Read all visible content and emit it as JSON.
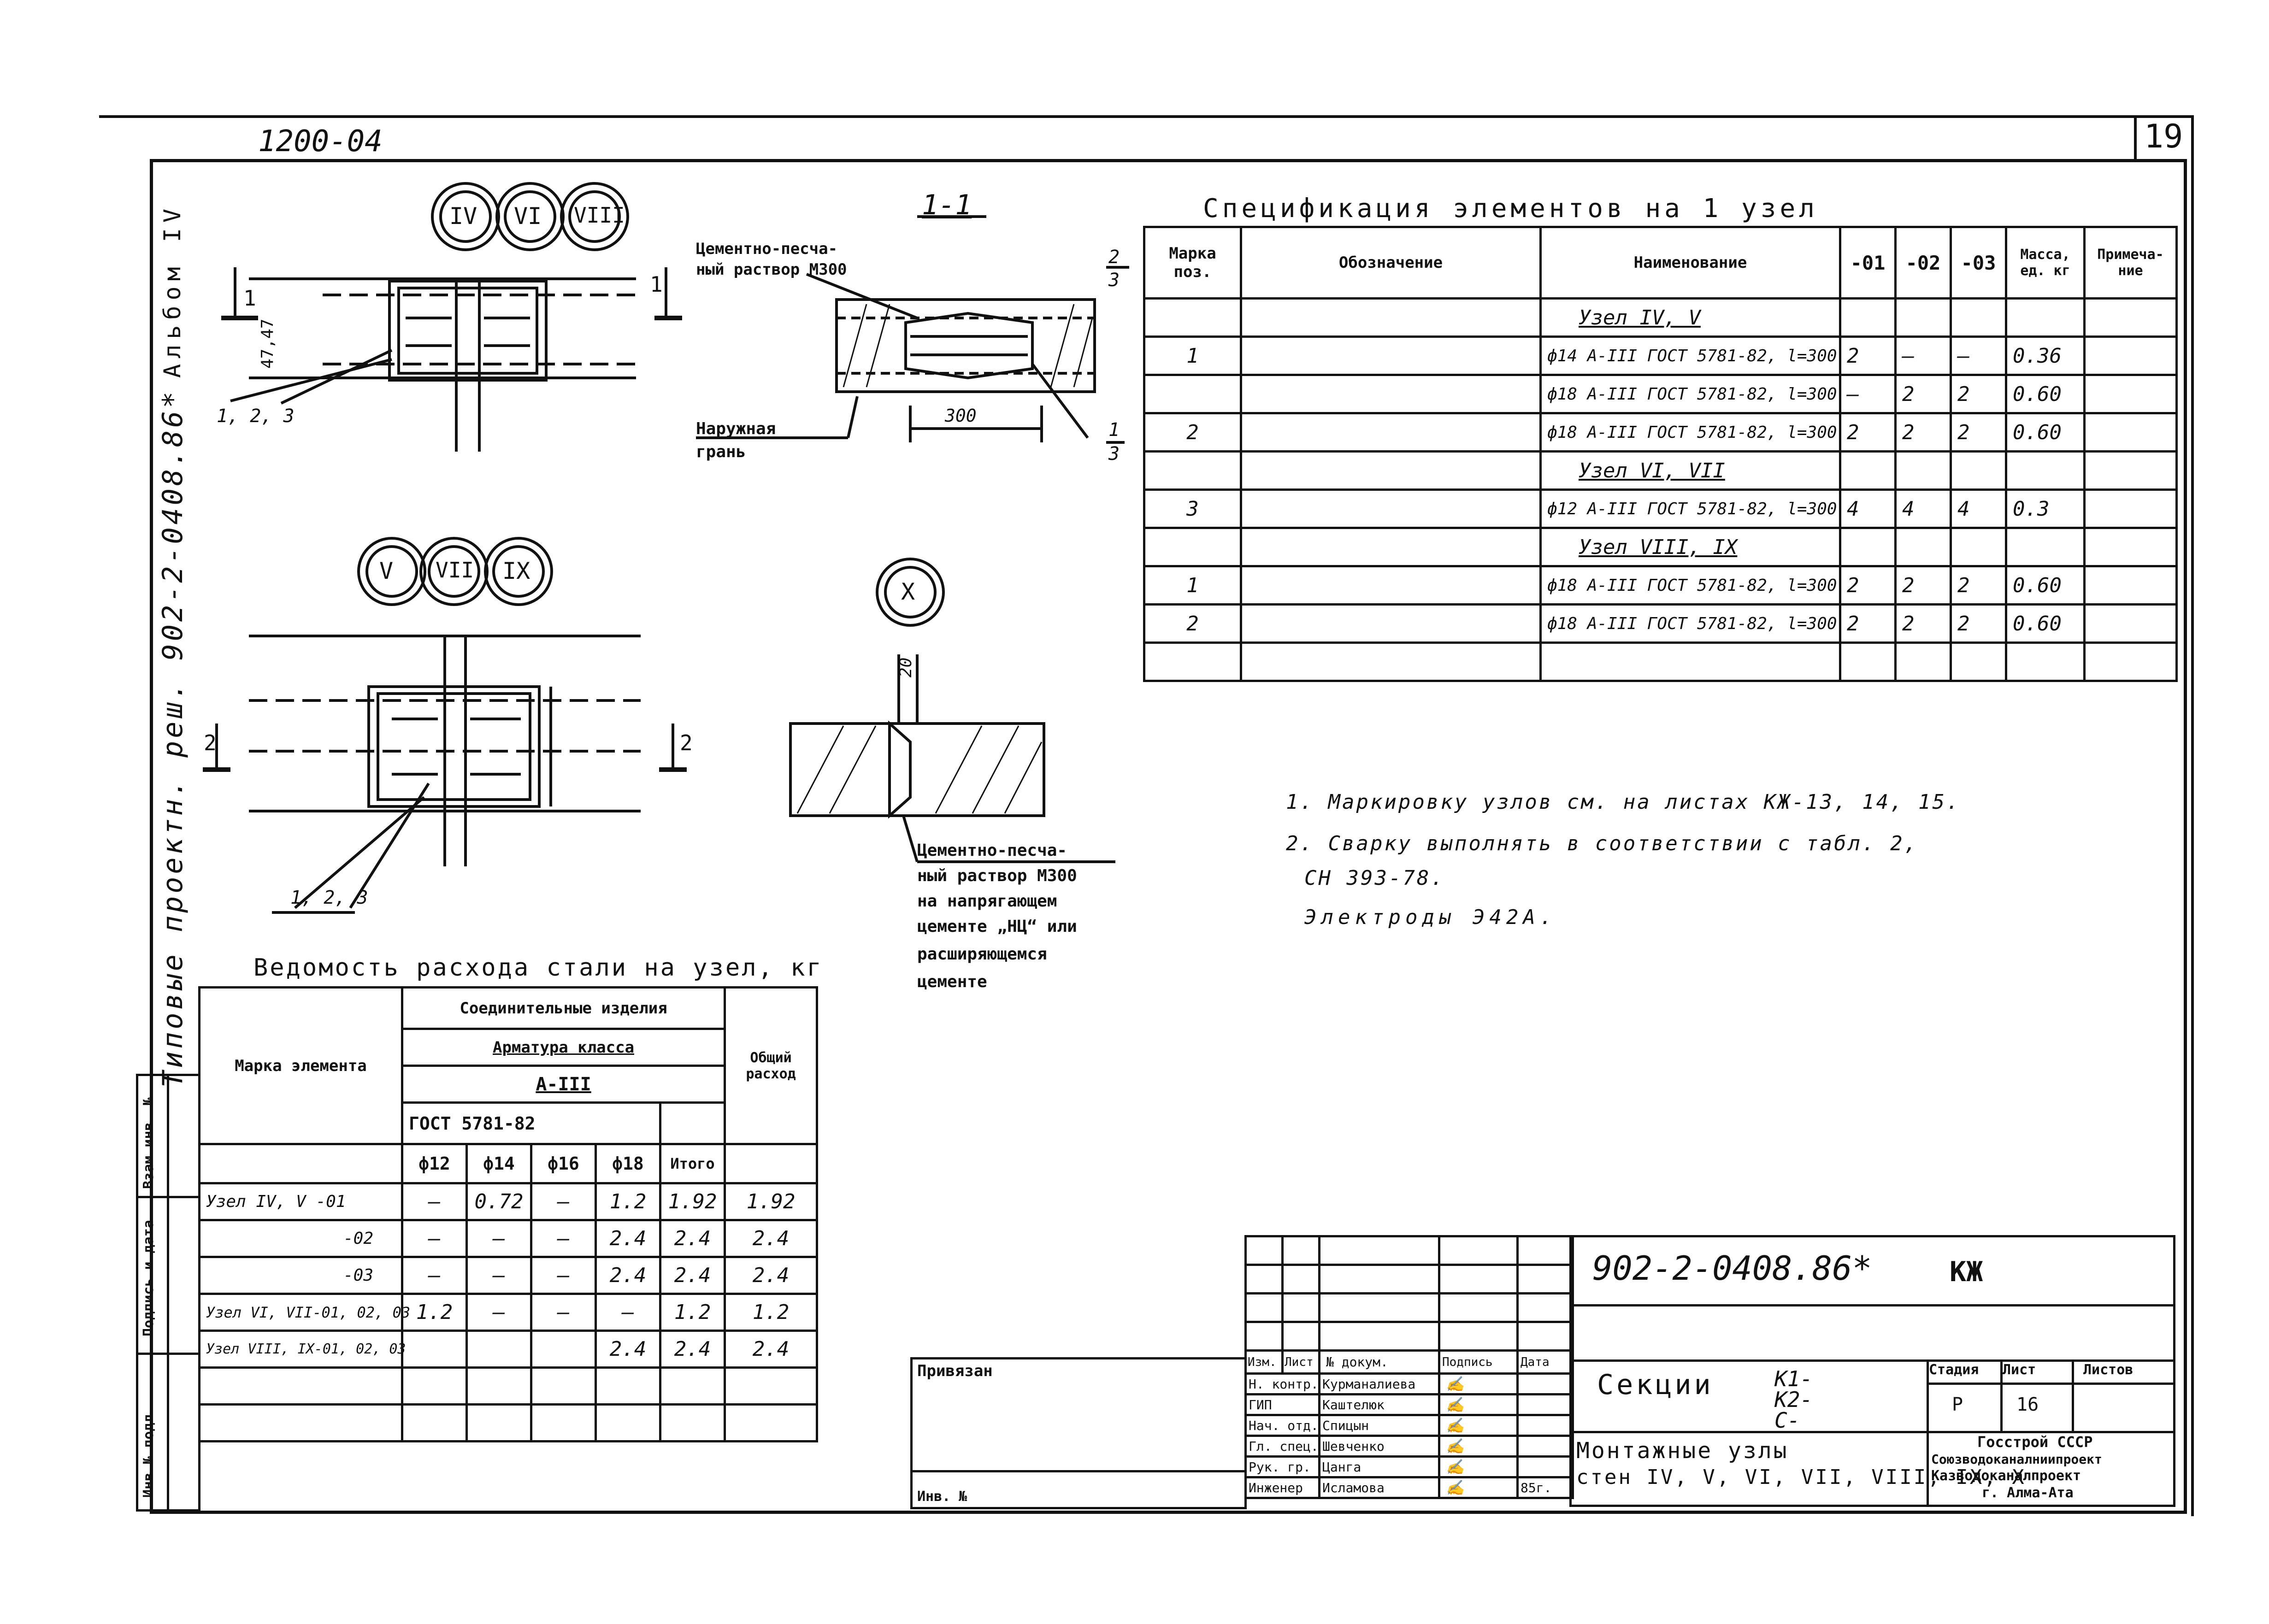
{
  "sheet": {
    "page_number": "19",
    "corner_code": "1200-04",
    "album_label": "Альбом IV",
    "series_label": "Типовые проектн. реш. 902-2-0408.86*",
    "side_labels": [
      "Инв № подл.",
      "Подпись и дата",
      "Взам инв. №"
    ]
  },
  "drawings": {
    "node_group_1": [
      "IV",
      "VI",
      "VIII"
    ],
    "node_group_2": [
      "V",
      "VII",
      "IX"
    ],
    "node_group_3": [
      "X"
    ],
    "section_title": "1-1",
    "mortar_label_1": [
      "Цементно-песча-",
      "ный раствор М300"
    ],
    "outer_face_label": [
      "Наружная",
      "грань"
    ],
    "dim_300": "300",
    "dim_47": "47,47",
    "dim_20": "20",
    "section_marks": [
      "1",
      "1",
      "2",
      "2"
    ],
    "leader_123_a": "1, 2, 3",
    "leader_123_b": "1, 2, 3",
    "frac_2_3": [
      "2",
      "3"
    ],
    "frac_1_3": [
      "1",
      "3"
    ],
    "mortar_label_2": [
      "Цементно-песча-",
      "ный раствор М300",
      "на напрягающем",
      "цементе „НЦ“ или",
      "расширяющемся",
      "цементе"
    ]
  },
  "spec": {
    "title": "Спецификация элементов на 1 узел",
    "headers": {
      "mark": "Марка поз.",
      "designation": "Обозначение",
      "name": "Наименование",
      "v01": "-01",
      "v02": "-02",
      "v03": "-03",
      "mass": "Масса, ед. кг",
      "note": "Примеча-ние"
    },
    "rows": [
      {
        "mark": "",
        "name": "Узел IV, V",
        "v01": "",
        "v02": "",
        "v03": "",
        "mass": "",
        "group": true
      },
      {
        "mark": "1",
        "name": "ф14 А-III ГОСТ 5781-82, l=300",
        "v01": "2",
        "v02": "—",
        "v03": "—",
        "mass": "0.36"
      },
      {
        "mark": "",
        "name": "ф18 А-III ГОСТ 5781-82, l=300",
        "v01": "—",
        "v02": "2",
        "v03": "2",
        "mass": "0.60"
      },
      {
        "mark": "2",
        "name": "ф18 А-III ГОСТ 5781-82, l=300",
        "v01": "2",
        "v02": "2",
        "v03": "2",
        "mass": "0.60"
      },
      {
        "mark": "",
        "name": "Узел VI, VII",
        "v01": "",
        "v02": "",
        "v03": "",
        "mass": "",
        "group": true
      },
      {
        "mark": "3",
        "name": "ф12 А-III ГОСТ 5781-82, l=300",
        "v01": "4",
        "v02": "4",
        "v03": "4",
        "mass": "0.3"
      },
      {
        "mark": "",
        "name": "Узел VIII, IX",
        "v01": "",
        "v02": "",
        "v03": "",
        "mass": "",
        "group": true
      },
      {
        "mark": "1",
        "name": "ф18 А-III ГОСТ 5781-82, l=300",
        "v01": "2",
        "v02": "2",
        "v03": "2",
        "mass": "0.60"
      },
      {
        "mark": "2",
        "name": "ф18 А-III ГОСТ 5781-82, l=300",
        "v01": "2",
        "v02": "2",
        "v03": "2",
        "mass": "0.60"
      },
      {
        "mark": "",
        "name": "",
        "v01": "",
        "v02": "",
        "v03": "",
        "mass": ""
      }
    ]
  },
  "notes": [
    "1. Маркировку узлов см. на листах КЖ-13, 14, 15.",
    "2. Сварку выполнять в соответствии с табл. 2,",
    "СН 393-78.",
    "Электроды Э42А."
  ],
  "steel": {
    "title": "Ведомость расхода стали на узел, кг",
    "headers": {
      "mark": "Марка элемента",
      "products": "Соединительные изделия",
      "rebar_class": "Арматура класса",
      "class": "А-III",
      "gost": "ГОСТ 5781-82",
      "cols": [
        "ф12",
        "ф14",
        "ф16",
        "ф18",
        "Итого"
      ],
      "total": "Общий расход"
    },
    "rows": [
      {
        "mark": "Узел IV, V -01",
        "c12": "—",
        "c14": "0.72",
        "c16": "—",
        "c18": "1.2",
        "sum": "1.92",
        "total": "1.92"
      },
      {
        "mark": "-02",
        "c12": "—",
        "c14": "—",
        "c16": "—",
        "c18": "2.4",
        "sum": "2.4",
        "total": "2.4"
      },
      {
        "mark": "-03",
        "c12": "—",
        "c14": "—",
        "c16": "—",
        "c18": "2.4",
        "sum": "2.4",
        "total": "2.4"
      },
      {
        "mark": "Узел VI, VII-01, 02, 03",
        "c12": "1.2",
        "c14": "—",
        "c16": "—",
        "c18": "—",
        "sum": "1.2",
        "total": "1.2"
      },
      {
        "mark": "Узел VIII, IX-01, 02, 03",
        "c12": "",
        "c14": "",
        "c16": "",
        "c18": "2.4",
        "sum": "2.4",
        "total": "2.4"
      },
      {
        "mark": "",
        "c12": "",
        "c14": "",
        "c16": "",
        "c18": "",
        "sum": "",
        "total": ""
      },
      {
        "mark": "",
        "c12": "",
        "c14": "",
        "c16": "",
        "c18": "",
        "sum": "",
        "total": ""
      }
    ]
  },
  "title_block": {
    "code": "902-2-0408.86*",
    "mark": "КЖ",
    "bound_label": "Привязан",
    "inv_label": "Инв. №",
    "head_cols": [
      "Изм.",
      "Лист",
      "№ докум.",
      "Подпись",
      "Дата"
    ],
    "people": [
      {
        "role": "Н. контр.",
        "name": "Курманалиева"
      },
      {
        "role": "ГИП",
        "name": "Каштелюк"
      },
      {
        "role": "Нач. отд.",
        "name": "Спицын"
      },
      {
        "role": "Гл. спец.",
        "name": "Шевченко"
      },
      {
        "role": "Рук. гр.",
        "name": "Цанга"
      },
      {
        "role": "Инженер",
        "name": "Исламова"
      }
    ],
    "year": "85г.",
    "section_title": "Секции",
    "section_codes": [
      "К1-",
      "К2-",
      "С-"
    ],
    "subtitle_1": "Монтажные узлы",
    "subtitle_2": "стен IV, V, VI, VII, VIII, IX, X",
    "stage_label": "Стадия",
    "sheet_label": "Лист",
    "sheets_label": "Листов",
    "stage": "Р",
    "sheet": "16",
    "sheets": "",
    "org": [
      "Госстрой СССР",
      "Союзводоканалниипроект",
      "Казводоканалпроект",
      "г. Алма-Ата"
    ]
  }
}
